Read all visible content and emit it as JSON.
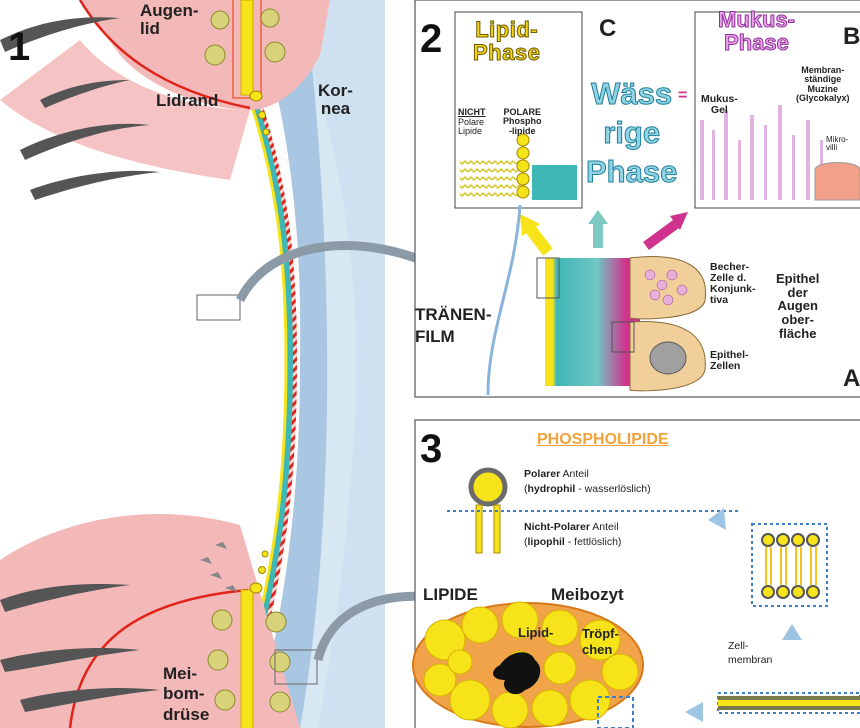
{
  "panel_numbers": [
    "1",
    "2",
    "3"
  ],
  "panel_letters": {
    "c": "C",
    "b": "B",
    "a": "A"
  },
  "panel1": {
    "augenlid": [
      "Augen-",
      "lid"
    ],
    "lidrand": "Lidrand",
    "kornea": [
      "Kor-",
      "nea"
    ],
    "meibom": [
      "Mei-",
      "bom-",
      "drüse"
    ]
  },
  "panel2": {
    "lipid_phase": [
      "Lipid-",
      "Phase"
    ],
    "nicht": "NICHT",
    "nicht_sub": [
      "Polare",
      "Lipide"
    ],
    "polare": [
      "POLARE",
      "Phospho",
      "-lipide"
    ],
    "waess": [
      "Wäss",
      "rige",
      "Phase"
    ],
    "equals": "=",
    "mukus_phase": [
      "Mukus-",
      "Phase"
    ],
    "mukus_gel": [
      "Mukus-",
      "Gel"
    ],
    "membran": [
      "Membran-",
      "ständige",
      "Muzine",
      "(Glycokalyx)"
    ],
    "mikro": [
      "Mikro-",
      "villi"
    ],
    "traenen": [
      "TRÄNEN-",
      "FILM"
    ],
    "becher": [
      "Becher-",
      "Zelle d.",
      "Konjunk-",
      "tiva"
    ],
    "epithel_zellen": [
      "Epithel-",
      "Zellen"
    ],
    "epithel_oberflaeche": [
      "Epithel",
      "der",
      "Augen",
      "ober-",
      "fläche"
    ]
  },
  "panel3": {
    "title": "PHOSPHOLIPIDE",
    "polar_bold": "Polarer",
    "polar_rest": " Anteil",
    "hydro_open": "(",
    "hydro_bold": "hydrophil",
    "hydro_rest": " - wasserlöslich)",
    "nonpolar_bold": "Nicht-Polarer",
    "nonpolar_rest": " Anteil",
    "lipo_open": "(",
    "lipo_bold": "lipophil",
    "lipo_rest": " - fettlöslich)",
    "lipide": "LIPIDE",
    "meibozyt": "Meibozyt",
    "lipid_tropf": [
      "Lipid-",
      "Tröpf-",
      "chen"
    ],
    "zellmembran": [
      "Zell-",
      "membran"
    ]
  },
  "colors": {
    "lid_pink": "#f3b8b8",
    "cornea_blue": "#a9c6e2",
    "lipid_yellow": "#f7e31a",
    "aqueous_teal": "#3fb7b7",
    "mucus_magenta": "#d0338e",
    "lid_margin_red": "#e2231a",
    "arrow_grey": "#8c9aa8"
  }
}
